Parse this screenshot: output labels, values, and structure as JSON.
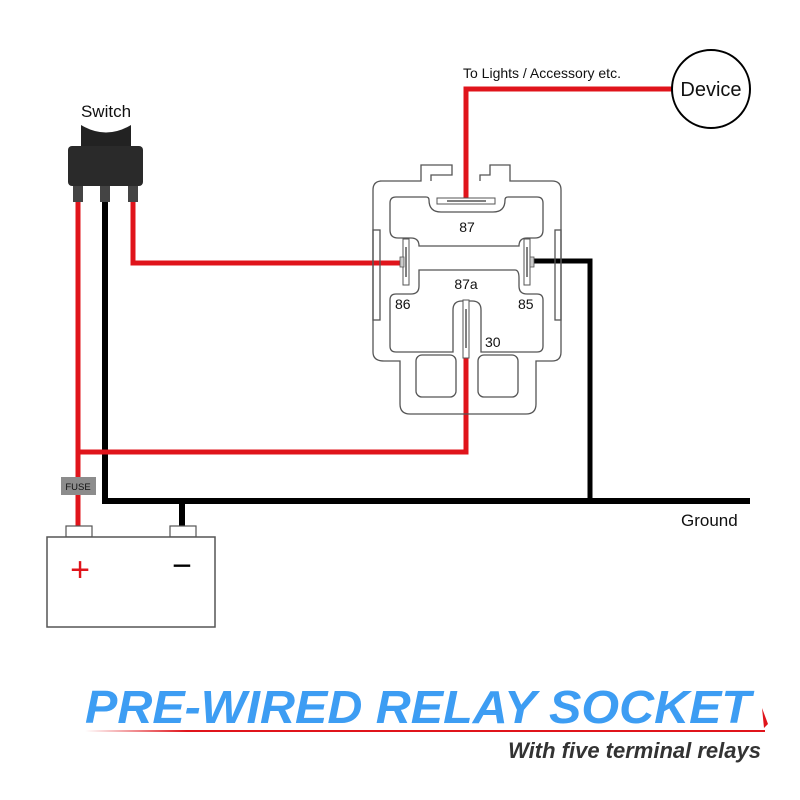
{
  "labels": {
    "switch": "Switch",
    "device": "Device",
    "to_lights": "To Lights / Accessory etc.",
    "ground": "Ground",
    "fuse": "FUSE",
    "battery_plus": "+",
    "battery_minus": "−"
  },
  "relay": {
    "terminals": [
      {
        "id": "87",
        "label": "87"
      },
      {
        "id": "87a",
        "label": "87a"
      },
      {
        "id": "86",
        "label": "86"
      },
      {
        "id": "85",
        "label": "85"
      },
      {
        "id": "30",
        "label": "30"
      }
    ]
  },
  "title": {
    "main": "PRE-WIRED RELAY SOCKET",
    "sub": "With five terminal relays"
  },
  "colors": {
    "red_wire": "#e0141b",
    "black_wire": "#000000",
    "title_blue": "#3d9df3",
    "subtitle": "#333333",
    "fuse_bg": "#8c8c8c",
    "outline": "#555555"
  }
}
